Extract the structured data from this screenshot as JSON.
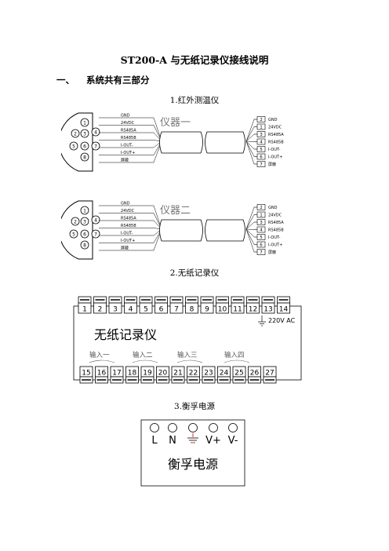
{
  "title": "ST200-A 与无纸记录仪接线说明",
  "section": {
    "number": "一、",
    "title": "系统共有三部分"
  },
  "captions": {
    "part1": "1.红外测温仪",
    "part2": "2.无纸记录仪",
    "part3": "3.衡孚电源"
  },
  "cable1": {
    "label": "仪器一",
    "pins": [
      "1",
      "2",
      "3",
      "4",
      "5",
      "6",
      "7",
      "8"
    ],
    "wires": [
      "GND",
      "24VDC",
      "RS485A",
      "RS485B",
      "I-OUT-",
      "I-OUT+",
      "屏蔽"
    ],
    "right_nums": [
      "2",
      "1",
      "3",
      "4",
      "5",
      "6",
      "7"
    ],
    "right_wires": [
      "GND",
      "24VDC",
      "RS485A",
      "RS485B",
      "I-OUT-",
      "I-OUT+",
      "屏蔽"
    ]
  },
  "cable2": {
    "label": "仪器二",
    "pins": [
      "1",
      "2",
      "3",
      "4",
      "5",
      "6",
      "7",
      "8"
    ],
    "wires": [
      "GND",
      "24VDC",
      "RS485A",
      "RS485B",
      "I-OUT-",
      "I-OUT+",
      "屏蔽"
    ],
    "right_nums": [
      "2",
      "1",
      "3",
      "4",
      "5",
      "6",
      "7"
    ],
    "right_wires": [
      "GND",
      "24VDC",
      "RS485A",
      "RS485B",
      "I-OUT-",
      "I-OUT+",
      "屏蔽"
    ]
  },
  "recorder": {
    "top_terminals": [
      "1",
      "2",
      "3",
      "4",
      "5",
      "6",
      "7",
      "8",
      "9",
      "10",
      "11",
      "12",
      "13",
      "14"
    ],
    "bottom_terminals": [
      "15",
      "16",
      "17",
      "18",
      "19",
      "20",
      "21",
      "22",
      "23",
      "24",
      "25",
      "26",
      "27"
    ],
    "power_label": "220V AC",
    "name": "无纸记录仪",
    "inputs": [
      "输入一",
      "输入二",
      "输入三",
      "输入四"
    ]
  },
  "psu": {
    "terminals": [
      "L",
      "N",
      "⏚",
      "V+",
      "V-"
    ],
    "name": "衡孚电源"
  }
}
